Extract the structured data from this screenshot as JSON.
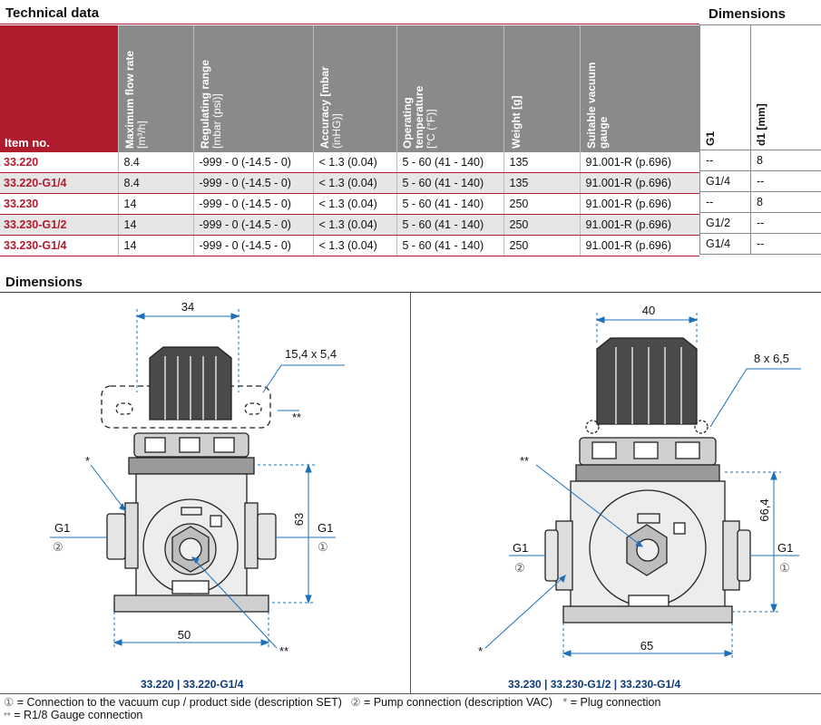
{
  "sections": {
    "technical": "Technical data",
    "dimensions_side": "Dimensions",
    "dimensions": "Dimensions"
  },
  "table": {
    "headers": {
      "item": "Item no.",
      "flow": "Maximum flow rate",
      "flow_unit": "[m³/h]",
      "reg": "Regulating range",
      "reg_unit": "[mbar (psi)]",
      "acc": "Accuracy",
      "acc_unit1": "[mbar",
      "acc_unit2": "(inHG)]",
      "temp1": "Operating",
      "temp2": "temperature",
      "temp_unit": "[°C (°F)]",
      "weight": "Weight",
      "weight_unit": "[g]",
      "gauge1": "Suitable vacuum",
      "gauge2": "gauge",
      "g1": "G1",
      "d1": "d1",
      "d1_unit": "[mm]"
    },
    "rows": [
      {
        "item": "33.220",
        "flow": "8.4",
        "reg": "-999 - 0 (-14.5 - 0)",
        "acc": "< 1.3 (0.04)",
        "temp": "5 - 60 (41 - 140)",
        "weight": "135",
        "gauge": "91.001-R (p.696)",
        "g1": "--",
        "d1": "8"
      },
      {
        "item": "33.220-G1/4",
        "flow": "8.4",
        "reg": "-999 - 0 (-14.5 - 0)",
        "acc": "< 1.3 (0.04)",
        "temp": "5 - 60 (41 - 140)",
        "weight": "135",
        "gauge": "91.001-R (p.696)",
        "g1": "G1/4",
        "d1": "--"
      },
      {
        "item": "33.230",
        "flow": "14",
        "reg": "-999 - 0 (-14.5 - 0)",
        "acc": "< 1.3 (0.04)",
        "temp": "5 - 60 (41 - 140)",
        "weight": "250",
        "gauge": "91.001-R (p.696)",
        "g1": "--",
        "d1": "8"
      },
      {
        "item": "33.230-G1/2",
        "flow": "14",
        "reg": "-999 - 0 (-14.5 - 0)",
        "acc": "< 1.3 (0.04)",
        "temp": "5 - 60 (41 - 140)",
        "weight": "250",
        "gauge": "91.001-R (p.696)",
        "g1": "G1/2",
        "d1": "--"
      },
      {
        "item": "33.230-G1/4",
        "flow": "14",
        "reg": "-999 - 0 (-14.5 - 0)",
        "acc": "< 1.3 (0.04)",
        "temp": "5 - 60 (41 - 140)",
        "weight": "250",
        "gauge": "91.001-R (p.696)",
        "g1": "G1/4",
        "d1": "--"
      }
    ]
  },
  "drawing_left": {
    "dim_top": "34",
    "dim_slot": "15,4 x 5,4",
    "dim_height": "63",
    "dim_bottom": "50",
    "g1_left": "G1",
    "g1_right": "G1",
    "port_left": "②",
    "port_right": "①",
    "star": "*",
    "double_star": "**",
    "caption": "33.220  |  33.220-G1/4"
  },
  "drawing_right": {
    "dim_top": "40",
    "dim_holes": "8 x 6,5",
    "dim_height": "66,4",
    "dim_bottom": "65",
    "g1_left": "G1",
    "g1_right": "G1",
    "port_left": "②",
    "port_right": "①",
    "star": "*",
    "double_star": "**",
    "caption": "33.230  |  33.230-G1/2  |  33.230-G1/4"
  },
  "footnotes": {
    "line1_sym1": "①",
    "line1_text1": " = Connection to the vacuum cup / product side (description SET)",
    "line1_sym2": "②",
    "line1_text2": " = Pump connection (description VAC)",
    "line1_sym3": "*",
    "line1_text3": " = Plug connection",
    "line2_sym": "**",
    "line2_text": " = R1/8 Gauge connection"
  },
  "colors": {
    "brand_red": "#b01c2e",
    "header_grey": "#8a8a8a",
    "caption_blue": "#0b3a78"
  }
}
